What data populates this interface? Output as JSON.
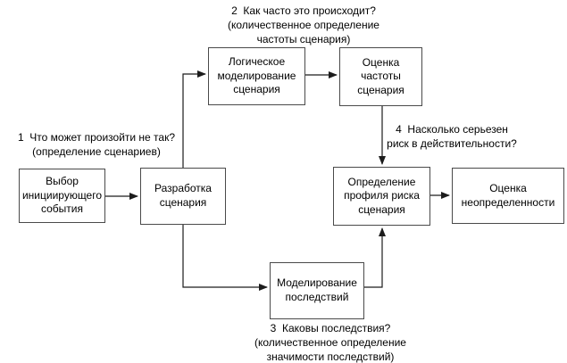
{
  "colors": {
    "bg": "#ffffff",
    "text": "#000000",
    "line": "#1c1c1c",
    "border": "#4a4a4a",
    "boxbg": "#ffffff"
  },
  "nodes": {
    "initiating_event": {
      "label": "Выбор\nинициирующего\nсобытия"
    },
    "scenario_development": {
      "label": "Разработка\nсценария"
    },
    "logical_modeling": {
      "label": "Логическое\nмоделирование\nсценария"
    },
    "frequency_estimation": {
      "label": "Оценка\nчастоты\nсценария"
    },
    "risk_profile": {
      "label": "Определение\nпрофиля риска\nсценария"
    },
    "uncertainty_estimation": {
      "label": "Оценка\nнеопределенности"
    },
    "consequence_modeling": {
      "label": "Моделирование\nпоследствий"
    }
  },
  "annotations": {
    "q1": {
      "label": "1  Что может произойти не так?\n(определение сценариев)"
    },
    "q2": {
      "label": "2  Как часто это происходит?\n(количественное определение\nчастоты сценария)"
    },
    "q3": {
      "label": "3  Каковы последствия?\n(количественное определение\nзначимости последствий)"
    },
    "q4": {
      "label": "4  Насколько серьезен\nриск в действительности?"
    }
  }
}
